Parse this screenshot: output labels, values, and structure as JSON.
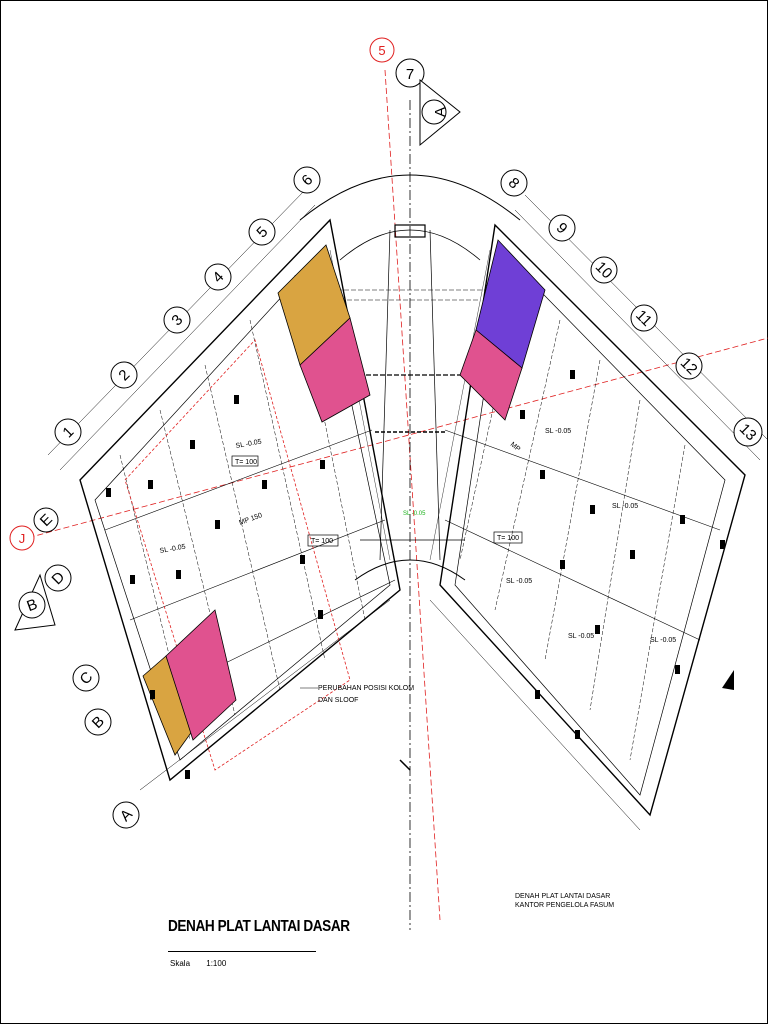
{
  "grid_labels_top": [
    "1",
    "2",
    "3",
    "4",
    "5",
    "6",
    "7",
    "8",
    "9",
    "10",
    "11",
    "12",
    "13"
  ],
  "grid_labels_left": [
    "A",
    "B",
    "C",
    "D",
    "E",
    "J"
  ],
  "grid_ref_red": "5",
  "section_mark_a": "A",
  "section_mark_b": "B",
  "slab_labels": {
    "sl_left_top": "SL -0.05",
    "sl_left_mid": "SL -0.05",
    "t_left": "T= 100",
    "t_center": "T= 100",
    "t_right": "T= 100",
    "sl_center": "SL -0.05",
    "sl_right_1": "SL -0.05",
    "sl_right_2": "SL -0.05",
    "sl_right_3": "SL -0.05",
    "sl_right_4": "SL -0.05",
    "sl_right_5": "SL -0.05",
    "mp_left": "MP 150",
    "mp_right": "MP"
  },
  "note_change": [
    "PERUBAHAN POSISI KOLOM",
    "DAN SLOOF"
  ],
  "title": "DENAH PLAT LANTAI DASAR",
  "scale_label": "Skala",
  "scale_value": "1:100",
  "right_caption": [
    "DENAH PLAT LANTAI DASAR",
    "KANTOR PENGELOLA FASUM"
  ],
  "colors": {
    "orange": "#d9a441",
    "pink": "#e0528f",
    "purple": "#6f3fd6",
    "red_line": "#e02020",
    "green_text": "#1db31d",
    "line": "#000000"
  }
}
